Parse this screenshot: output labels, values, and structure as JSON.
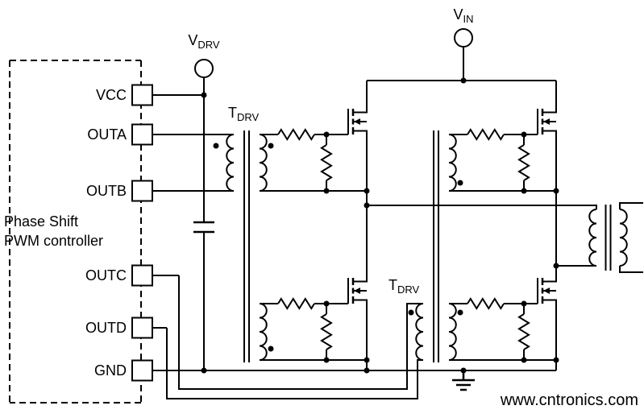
{
  "colors": {
    "background": "#ffffff",
    "line": "#000000",
    "watermark": "#9dc63e"
  },
  "controller": {
    "name_line1": "Phase Shift",
    "name_line2": "PWM controller",
    "pins": {
      "vcc": "VCC",
      "outa": "OUTA",
      "outb": "OUTB",
      "outc": "OUTC",
      "outd": "OUTD",
      "gnd": "GND"
    }
  },
  "labels": {
    "vdrv": {
      "base": "V",
      "sub": "DRV"
    },
    "vin": {
      "base": "V",
      "sub": "IN"
    },
    "tdrv_left": {
      "base": "T",
      "sub": "DRV"
    },
    "tdrv_right": {
      "base": "T",
      "sub": "DRV"
    }
  },
  "watermark": {
    "text": "www.cntronics.com",
    "color": "#9dc63e"
  }
}
